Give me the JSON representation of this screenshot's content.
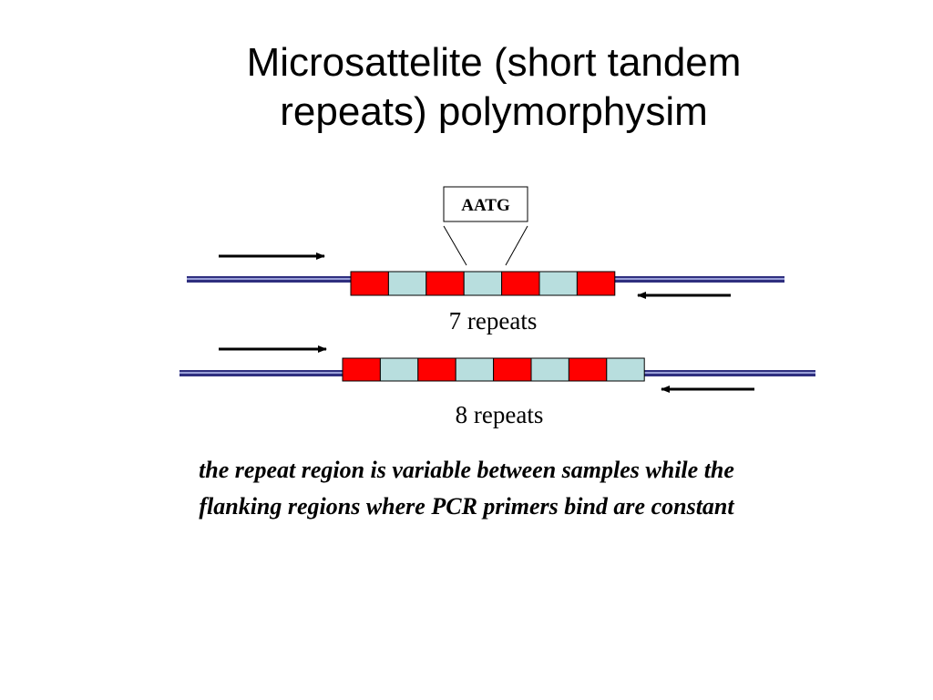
{
  "slide": {
    "title_lines": [
      "Microsattelite (short tandem",
      "repeats) polymorphysim"
    ],
    "caption_lines": [
      "the repeat region is variable between samples while the",
      "flanking regions where PCR primers bind are constant"
    ]
  },
  "diagram": {
    "motif": "AATG",
    "alleles": [
      {
        "label": "7 repeats",
        "repeat_count": 7
      },
      {
        "label": "8 repeats",
        "repeat_count": 8
      }
    ],
    "colors": {
      "repeat_a": "#ff0000",
      "repeat_b": "#b8dede",
      "strand": "#2f2f7f",
      "strand_highlight": "#9aa0d8",
      "outline": "#000000"
    }
  }
}
